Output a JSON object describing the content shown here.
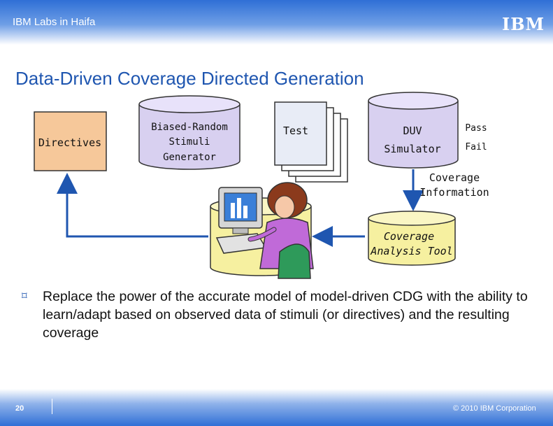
{
  "header": {
    "lab_name": "IBM Labs in Haifa",
    "logo_text": "IBM"
  },
  "slide": {
    "title": "Data-Driven Coverage Directed Generation"
  },
  "diagram": {
    "directives": "Directives",
    "generator": [
      "Biased-Random",
      "Stimuli",
      "Generator"
    ],
    "test": "Test",
    "duv": [
      "DUV",
      "Simulator"
    ],
    "pass": "Pass",
    "fail": "Fail",
    "coverage_info": [
      "Coverage",
      "Information"
    ],
    "analysis": [
      "Coverage",
      "Analysis Tool"
    ]
  },
  "bullet": {
    "icon": "bullet-icon",
    "text": "Replace the power of the accurate model of model-driven CDG with the ability to learn/adapt based on observed data of stimuli (or directives) and the resulting coverage"
  },
  "footer": {
    "page": "20",
    "copyright": "© 2010 IBM Corporation"
  },
  "colors": {
    "accent": "#1f56b0",
    "header_blue": "#2f6fd6",
    "box_orange": "#f6c89a",
    "cylinder": "#d8d0f0",
    "user_cylinder": "#f6f0a0"
  }
}
